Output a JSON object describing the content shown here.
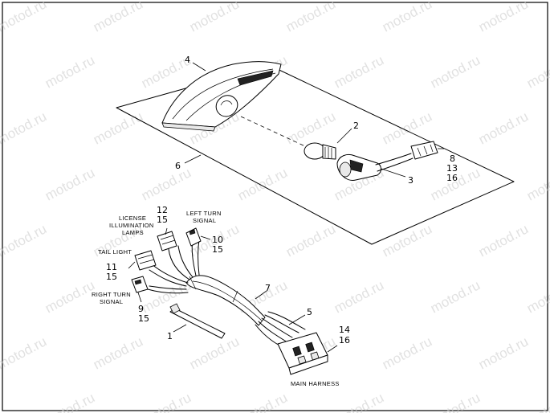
{
  "watermark": "motod.ru",
  "callouts": {
    "c1": "1",
    "c2": "2",
    "c3": "3",
    "c4": "4",
    "c5": "5",
    "c6": "6",
    "c7": "7",
    "c8": "8",
    "c13a": "13",
    "c16a": "16",
    "c9": "9",
    "c15a": "15",
    "c10": "10",
    "c15b": "15",
    "c11": "11",
    "c15c": "15",
    "c12": "12",
    "c15d": "15",
    "c14": "14",
    "c16b": "16"
  },
  "labels": {
    "license_line1": "LICENSE",
    "license_line2": "ILLUMINATION",
    "license_line3": "LAMPS",
    "left_turn_line1": "LEFT TURN",
    "left_turn_line2": "SIGNAL",
    "tail_light": "TAIL LIGHT",
    "right_turn_line1": "RIGHT TURN",
    "right_turn_line2": "SIGNAL",
    "main_harness": "MAIN HARNESS"
  }
}
